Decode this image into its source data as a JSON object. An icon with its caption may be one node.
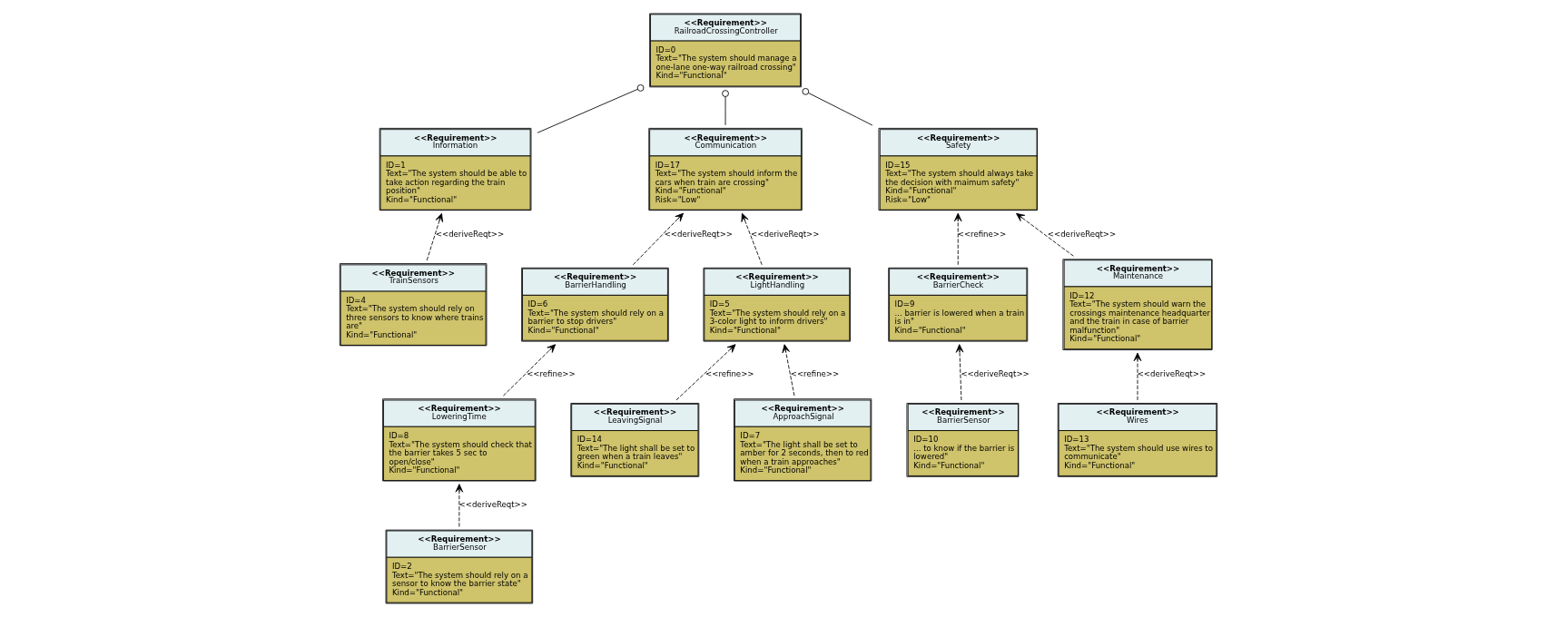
{
  "diagram": {
    "nodes": [
      {
        "text": [
          "<<Requirement>>",
          "Maintenance",
          "ID=12",
          "Text=\"The system should warn the crossings maintenance headquarter and the train in case of barrier malfunction\"",
          "Kind=\"Functional\""
        ]
      },
      {
        "text": [
          "<<Requirement>>",
          "Safety",
          "ID=15",
          "Text=\"The system should always take the decision with maimum safety\"",
          "Kind=\"Functional\"",
          "Risk=\"Low\""
        ]
      },
      {
        "text": [
          "<<Requirement>>",
          "RailroadCrossingController",
          "ID=0",
          "Text=\"The system should manage a one-lane one-way railroad crossing\"",
          "Kind=\"Functional\""
        ]
      },
      {
        "text": [
          "<<Requirement>>",
          "Information",
          "ID=1",
          "Text=\"The system should be able to take action regarding the train position\"",
          "Kind=\"Functional\""
        ]
      },
      {
        "text": [
          "<<Requirement>>",
          "Communication",
          "ID=17",
          "Text=\"The system should inform the cars when train are crossing\"",
          "Kind=\"Functional\"",
          "Risk=\"Low\""
        ]
      },
      {
        "text": [
          "<<Requirement>>",
          "BarrierCheck",
          "ID=9",
          "... barrier is lowered when a train is in\"",
          "Kind=\"Functional\""
        ]
      },
      {
        "text": [
          "<<Requirement>>",
          "TrainSensors",
          "ID=4",
          "Text=\"The system should rely on three sensors to know where trains are\"",
          "Kind=\"Functional\""
        ]
      },
      {
        "text": [
          "<<Requirement>>",
          "Wires",
          "ID=13",
          "Text=\"The system should use wires to communicate\"",
          "Kind=\"Functional\""
        ]
      },
      {
        "text": [
          "<<Requirement>>",
          "BarrierSensor",
          "ID=10",
          "... to know if the barrier is lowered\"",
          "Kind=\"Functional\""
        ]
      },
      {
        "text": [
          "<<Requirement>>",
          "BarrierHandling",
          "ID=6",
          "Text=\"The system should rely on a barrier to stop drivers\"",
          "Kind=\"Functional\""
        ]
      },
      {
        "text": [
          "<<Requirement>>",
          "LightHandling",
          "ID=5",
          "Text=\"The system should rely on a 3-color light to inform drivers\"",
          "Kind=\"Functional\""
        ]
      },
      {
        "text": [
          "<<Requirement>>",
          "LoweringTime",
          "ID=8",
          "Text=\"The system should check that the barrier takes 5 sec to open/close\"",
          "Kind=\"Functional\""
        ]
      },
      {
        "text": [
          "<<Requirement>>",
          "LeavingSignal",
          "ID=14",
          "Text=\"The light shall be set to green when a train leaves\"",
          "Kind=\"Functional\""
        ]
      },
      {
        "text": [
          "<<Requirement>>",
          "ApproachSignal",
          "ID=7",
          "Text=\"The light shall be set to amber for 2 seconds, then to red when a train approaches\"",
          "Kind=\"Functional\""
        ]
      },
      {
        "text": [
          "<<Requirement>>",
          "BarrierSensor",
          "ID=2",
          "Text=\"The system should rely on a sensor to know the barrier state\"",
          "Kind=\"Functional\""
        ]
      }
    ],
    "edges": [
      {
        "from": 1,
        "to": 2,
        "arrow": "other"
      },
      {
        "from": 4,
        "to": 2,
        "arrow": "other"
      },
      {
        "from": 3,
        "to": 2,
        "arrow": "other"
      },
      {
        "from": 0,
        "to": 1,
        "arrow": "to",
        "style": "dashed",
        "label": "<<deriveReqt>>"
      },
      {
        "from": 7,
        "to": 0,
        "arrow": "to",
        "style": "dashed",
        "label": "<<deriveReqt>>"
      },
      {
        "from": 5,
        "to": 1,
        "arrow": "to",
        "style": "dashed",
        "label": "<<refine>>"
      },
      {
        "from": 8,
        "to": 5,
        "arrow": "to",
        "style": "dashed",
        "label": "<<deriveReqt>>"
      },
      {
        "from": 6,
        "to": 3,
        "arrow": "to",
        "style": "dashed",
        "label": "<<deriveReqt>>"
      },
      {
        "from": 10,
        "to": 4,
        "arrow": "to",
        "style": "dashed",
        "label": "<<deriveReqt>>"
      },
      {
        "from": 9,
        "to": 4,
        "arrow": "to",
        "style": "dashed",
        "label": "<<deriveReqt>>"
      },
      {
        "from": 11,
        "to": 9,
        "arrow": "to",
        "style": "dashed",
        "label": "<<refine>>"
      },
      {
        "from": 12,
        "to": 10,
        "arrow": "to",
        "style": "dashed",
        "label": "<<refine>>"
      },
      {
        "from": 13,
        "to": 10,
        "arrow": "to",
        "style": "dashed",
        "label": "<<refine>>"
      },
      {
        "from": 14,
        "to": 11,
        "arrow": "to",
        "style": "dashed",
        "label": "<<deriveReqt>>"
      }
    ]
  }
}
